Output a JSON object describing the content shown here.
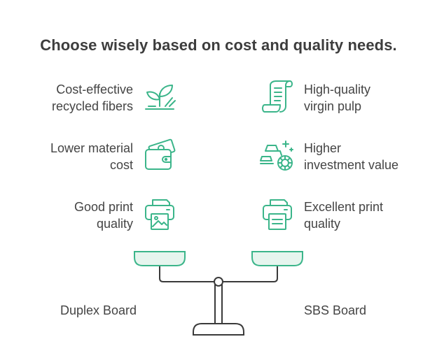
{
  "title": "Choose wisely based on cost and quality needs.",
  "left": {
    "board": "Duplex Board",
    "items": [
      {
        "line1": "Cost-effective",
        "line2": "recycled fibers",
        "icon": "plant-hand-icon"
      },
      {
        "line1": "Lower material",
        "line2": "cost",
        "icon": "wallet-icon"
      },
      {
        "line1": "Good print",
        "line2": "quality",
        "icon": "printer-image-icon"
      }
    ]
  },
  "right": {
    "board": "SBS Board",
    "items": [
      {
        "line1": "High-quality",
        "line2": "virgin pulp",
        "icon": "paper-scroll-icon"
      },
      {
        "line1": "Higher",
        "line2": "investment value",
        "icon": "gold-bars-icon"
      },
      {
        "line1": "Excellent print",
        "line2": "quality",
        "icon": "printer-icon"
      }
    ]
  },
  "colors": {
    "accent": "#3bb58a",
    "scale": "#3a3a3a",
    "pan_fill": "#e6f5ee",
    "text": "#444444"
  }
}
